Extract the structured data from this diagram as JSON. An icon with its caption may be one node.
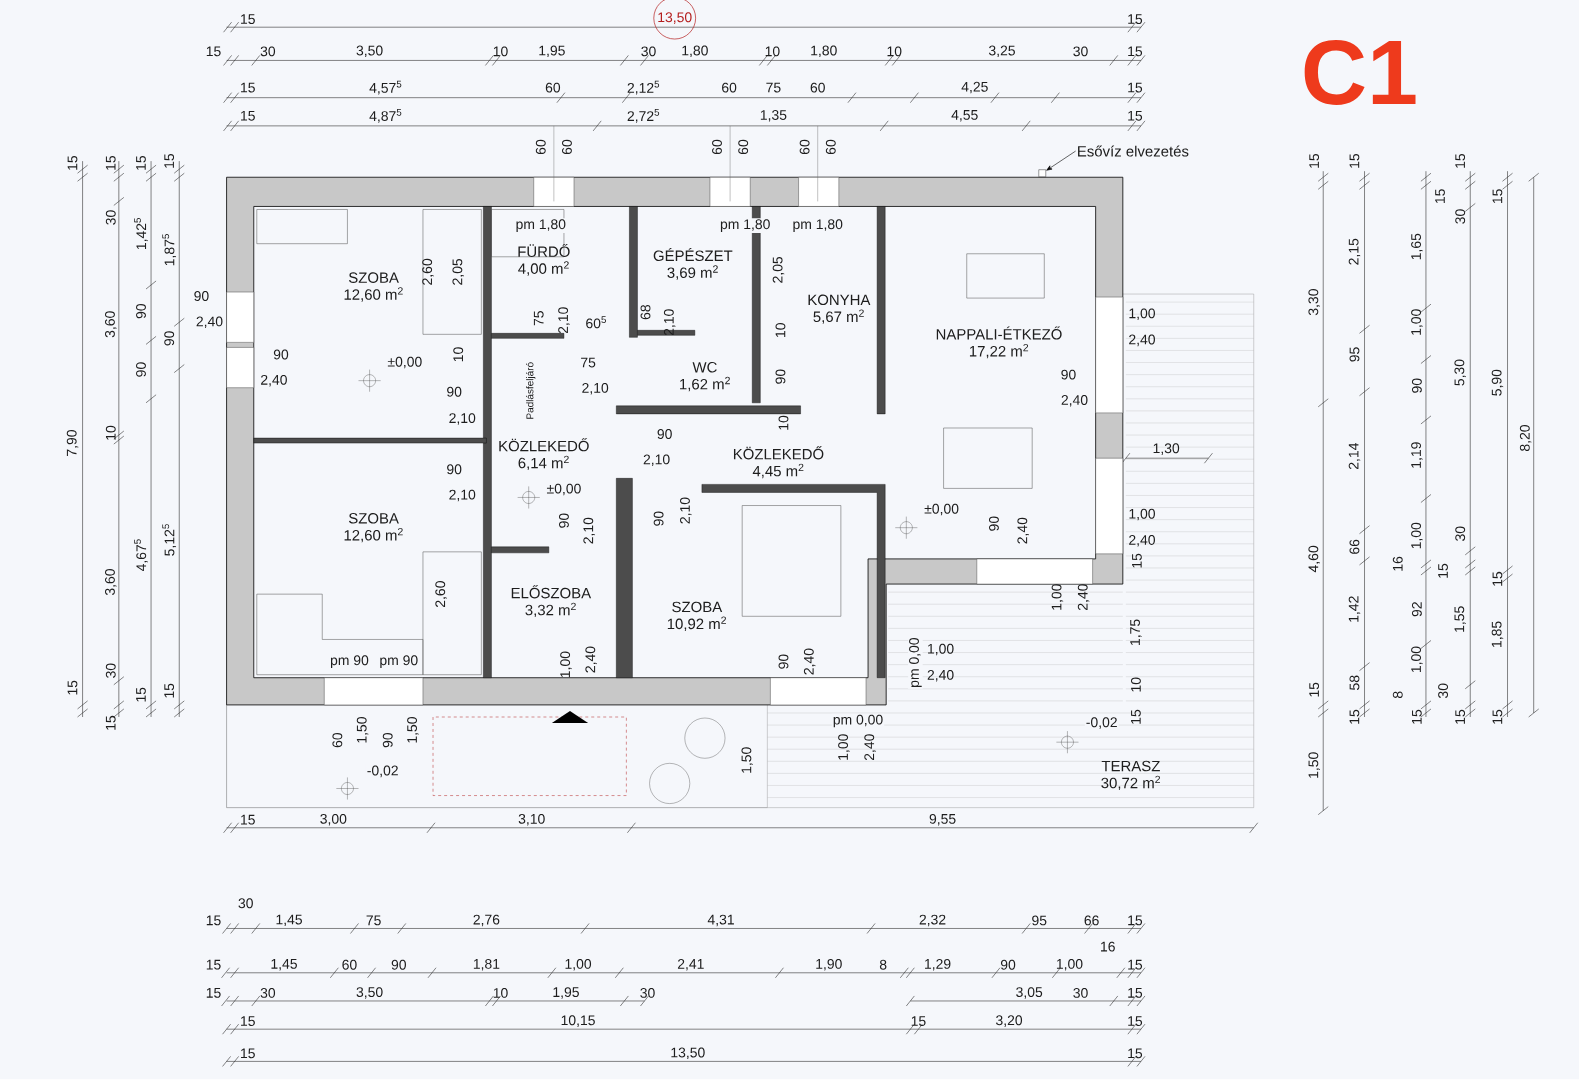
{
  "diagram": {
    "title": "C1",
    "nodes": [
      {
        "text": [
          "SZOBA",
          "12,60 m$^{2}$"
        ]
      },
      {
        "text": [
          "FÜRDŐ",
          "4,00 m$^{2}$"
        ]
      },
      {
        "text": [
          "GÉPÉSZET",
          "3,69 m$^{2}$"
        ]
      },
      {
        "text": [
          "KONYHA",
          "5,67 m$^{2}$"
        ]
      },
      {
        "text": [
          "NAPPALI-ÉTKEZŐ",
          "17,22 m$^{2}$"
        ]
      },
      {
        "text": [
          "WC",
          "1,62 m$^{2}$"
        ]
      },
      {
        "text": [
          "KÖZLEKEDŐ",
          "6,14 m$^{2}$"
        ]
      },
      {
        "text": [
          "KÖZLEKEDŐ",
          "4,45 m$^{2}$"
        ]
      },
      {
        "text": [
          "SZOBA",
          "12,60 m$^{2}$"
        ]
      },
      {
        "text": [
          "SZOBA",
          "10,92 m$^{2}$"
        ]
      },
      {
        "text": [
          "ELŐSZOBA",
          "3,32 m$^{2}$"
        ]
      },
      {
        "text": [
          "TERASZ",
          "30,72 m$^{2}$"
        ]
      },
      {
        "text": [
          "Esővíz elvezetés"
        ]
      },
      {
        "text": [],
        "shape": "box"
      }
    ],
    "edges": [
      {
        "from": 12,
        "to": 13,
        "arrow": "to"
      }
    ],
    "labels": [
      "15",
      "13,50",
      "15",
      "15",
      "30",
      "3,50",
      "10",
      "1,95",
      "30",
      "1,80",
      "10",
      "1,80",
      "10",
      "3,25",
      "30",
      "15",
      "15",
      "4,57$^{5}$",
      "60",
      "2,12$^{5}$",
      "60",
      "75",
      "60",
      "4,25",
      "15",
      "15",
      "4,87$^{5}$",
      "2,72$^{5}$",
      "1,35",
      "4,55",
      "15",
      "60",
      "60",
      "60",
      "60",
      "60",
      "60",
      "15",
      "7,90",
      "15",
      "15",
      "30",
      "3,60",
      "10",
      "3,60",
      "30",
      "15",
      "15",
      "1,42$^{5}$",
      "90",
      "90",
      "4,67$^{5}$",
      "15",
      "15",
      "1,87$^{5}$",
      "90",
      "5,12$^{5}$",
      "15",
      "pm 1,80",
      "pm 1,80",
      "pm 1,80",
      "2,60",
      "2,05",
      "2,05",
      "90",
      "2,40",
      "75",
      "2,10",
      "60$^{5}$",
      "68",
      "2,10",
      "10",
      "1,00",
      "2,40",
      "90",
      "2,40",
      "10",
      "±0,00",
      "75",
      "2,10",
      "90",
      "90",
      "2,40",
      "Padlásfeljáró",
      "90",
      "2,10",
      "10",
      "90",
      "2,10",
      "1,30",
      "90",
      "2,10",
      "±0,00",
      "±0,00",
      "1,00",
      "2,40",
      "90",
      "2,10",
      "90",
      "2,10",
      "90",
      "2,40",
      "15",
      "2,60",
      "1,00",
      "2,40",
      "1,75",
      "1,00",
      "2,40",
      "90",
      "2,40",
      "pm 0,00",
      "1,00",
      "2,40",
      "pm 90",
      "pm 90",
      "10",
      "pm 0,00",
      "-0,02",
      "15",
      "60",
      "1,50",
      "90",
      "1,50",
      "1,00",
      "2,40",
      "1,50",
      "-0,02",
      "15",
      "3,00",
      "3,10",
      "9,55",
      "15",
      "3,30",
      "4,60",
      "15",
      "1,50",
      "15",
      "2,15",
      "95",
      "2,14",
      "66",
      "1,42",
      "58",
      "15",
      "15",
      "1,65",
      "1,00",
      "90",
      "1,19",
      "1,00",
      "16",
      "15",
      "92",
      "1,00",
      "8",
      "30",
      "15",
      "15",
      "30",
      "5,30",
      "30",
      "1,55",
      "15",
      "15",
      "5,90",
      "15",
      "1,85",
      "15",
      "8,20",
      "30",
      "15",
      "1,45",
      "75",
      "2,76",
      "4,31",
      "2,32",
      "95",
      "66",
      "15",
      "16",
      "15",
      "1,45",
      "60",
      "90",
      "1,81",
      "1,00",
      "2,41",
      "1,90",
      "8",
      "1,29",
      "90",
      "1,00",
      "15",
      "15",
      "30",
      "3,50",
      "10",
      "1,95",
      "30",
      "3,05",
      "30",
      "15",
      "15",
      "10,15",
      "15",
      "3,20",
      "15",
      "15",
      "13,50",
      "15"
    ]
  }
}
